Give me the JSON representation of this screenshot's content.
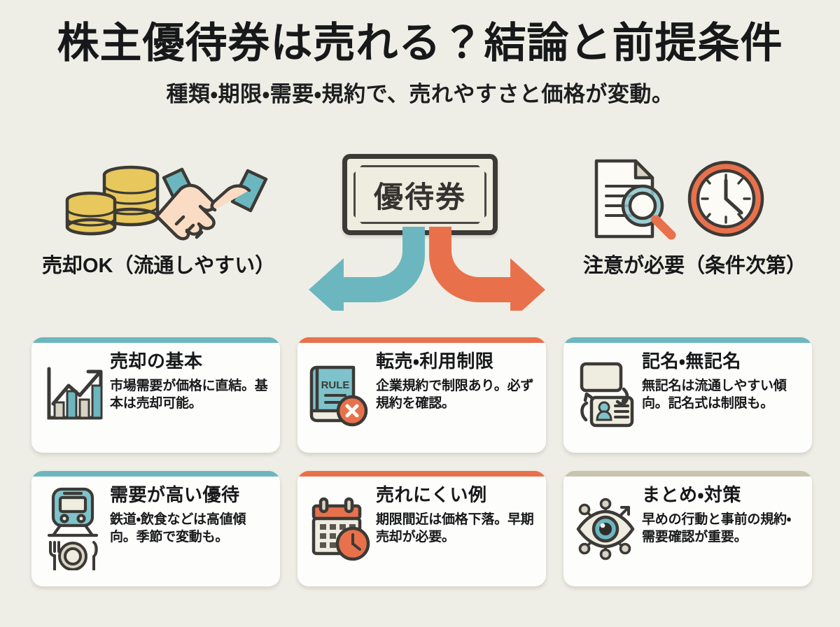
{
  "header": {
    "title": "株主優待券は売れる？結論と前提条件",
    "subtitle": "種類・期限・需要・規約で、売れやすさと価格が変動。"
  },
  "mid": {
    "voucher_label": "優待券",
    "left_label": "売却OK（流通しやすい）",
    "right_label": "注意が必要（条件次第）",
    "left_icons": [
      "coins-icon",
      "handshake-icon"
    ],
    "right_icons": [
      "document-magnifier-icon",
      "clock-icon"
    ],
    "left_arrow": "arrow-left-teal",
    "right_arrow": "arrow-right-orange"
  },
  "colors": {
    "background": "#efeee6",
    "teal": "#6cb7bf",
    "orange": "#e8714c",
    "beige": "#c9c3b2",
    "ink": "#3c3a36",
    "gold": "#e8c85c",
    "card": "#fdfdfb"
  },
  "cards": [
    {
      "id": "card-sale-basics",
      "accent": "#6cb7bf",
      "icon": "bar-chart-up-icon",
      "title": "売却の基本",
      "body": "市場需要が価格に直結。基本は売却可能。"
    },
    {
      "id": "card-resale-restriction",
      "accent": "#e8714c",
      "icon": "rule-book-x-icon",
      "icon_label": "RULE",
      "title": "転売・利用制限",
      "body": "企業規約で制限あり。必ず規約を確認。"
    },
    {
      "id": "card-named-unnamed",
      "accent": "#6cb7bf",
      "icon": "id-card-swap-icon",
      "title": "記名・無記名",
      "body": "無記名は流通しやすい傾向。記名式は制限も。"
    },
    {
      "id": "card-high-demand",
      "accent": "#6cb7bf",
      "icon": "train-dining-icon",
      "title": "需要が高い優待",
      "body": "鉄道・飲食などは高値傾向。季節で変動も。"
    },
    {
      "id": "card-hard-to-sell",
      "accent": "#e8714c",
      "icon": "calendar-clock-icon",
      "title": "売れにくい例",
      "body": "期限間近は価格下落。早期売却が必要。"
    },
    {
      "id": "card-summary",
      "accent": "#c9c3b2",
      "icon": "eye-network-icon",
      "title": "まとめ・対策",
      "body": "早めの行動と事前の規約・需要確認が重要。"
    }
  ]
}
